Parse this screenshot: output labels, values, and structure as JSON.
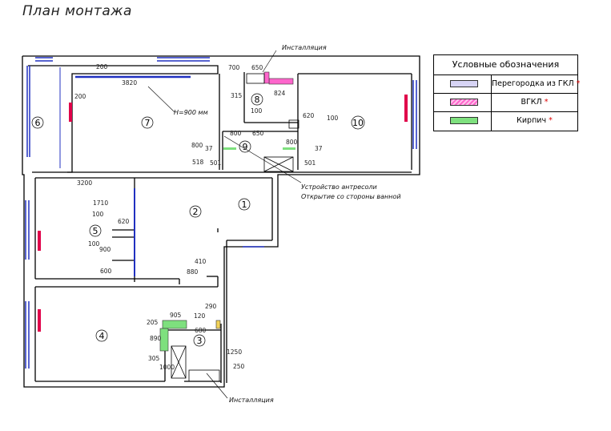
{
  "title": "План монтажа",
  "legend": {
    "heading": "Условные обозначения",
    "items": [
      {
        "label": "Перегородка из ГКЛ",
        "mark": "*",
        "color": "#d7d4f5"
      },
      {
        "label": "ВГКЛ",
        "mark": "*",
        "color": "#ff66cc"
      },
      {
        "label": "Кирпич",
        "mark": "*",
        "color": "#7ee07e"
      }
    ]
  },
  "rooms": [
    "1",
    "2",
    "3",
    "4",
    "5",
    "6",
    "7",
    "8",
    "9",
    "10"
  ],
  "notes": {
    "installation_top": "Инсталляция",
    "installation_bottom": "Инсталляция",
    "mezzanine_line1": "Устройство антресоли",
    "mezzanine_line2": "Открытие со стороны ванной",
    "height": "H=900 мм"
  },
  "dimensions": {
    "d200a": "200",
    "d3820": "3820",
    "d200b": "200",
    "d700": "700",
    "d650a": "650",
    "d315": "315",
    "d824": "824",
    "d100a": "100",
    "d620a": "620",
    "d100b": "100",
    "d800a": "800",
    "d650b": "650",
    "d800b": "800",
    "d37a": "37",
    "d518": "518",
    "d501a": "501",
    "d800c": "800",
    "d37b": "37",
    "d501b": "501",
    "d3200": "3200",
    "d1710": "1710",
    "d100c": "100",
    "d620b": "620",
    "d100d": "100",
    "d900": "900",
    "d600": "600",
    "d410": "410",
    "d880": "880",
    "d905": "905",
    "d290": "290",
    "d205": "205",
    "d120": "120",
    "d680": "680",
    "d890": "890",
    "d305": "305",
    "d1000": "1000",
    "d1250": "1250",
    "d250": "250"
  },
  "colors": {
    "gkl": "#d7d4f5",
    "vgkl": "#ff66cc",
    "brick": "#7ee07e",
    "window": "#2030c0",
    "radiator": "#e0004a",
    "wall": "#000000",
    "star": "#dd0000"
  }
}
